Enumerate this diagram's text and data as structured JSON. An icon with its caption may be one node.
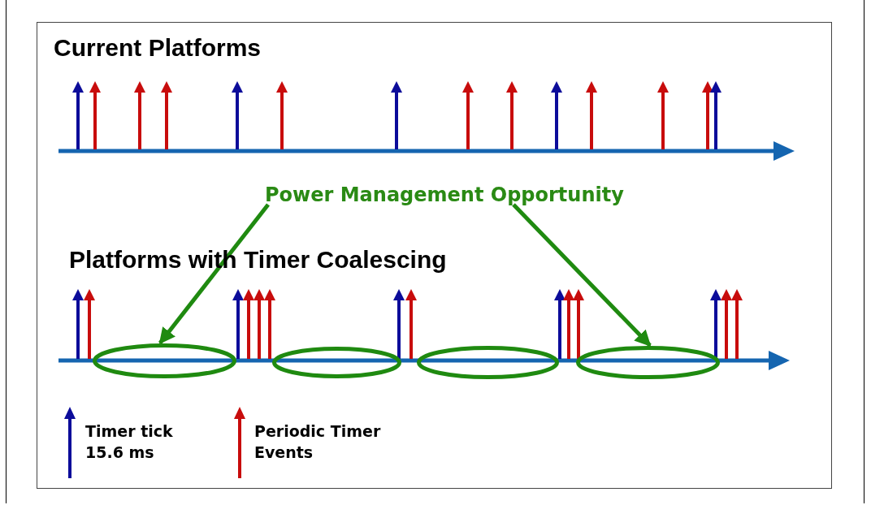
{
  "diagram": {
    "nodes": [
      {
        "text": [
          "Power Management Opportunity"
        ]
      },
      {
        "text": [],
        "shape": "ellipse"
      },
      {
        "text": [],
        "shape": "ellipse"
      },
      {
        "text": [],
        "shape": "ellipse"
      },
      {
        "text": [],
        "shape": "ellipse"
      }
    ],
    "edges": [
      {
        "from": 0,
        "to": 1,
        "arrow": "to"
      },
      {
        "from": 0,
        "to": 4,
        "arrow": "to"
      }
    ],
    "labels": [
      "Current Platforms",
      "Platforms with Timer Coalescing"
    ],
    "legend": [
      {
        "text": "Timer tick 15.6 ms"
      },
      {
        "text": "Periodic Timer Events"
      }
    ]
  }
}
